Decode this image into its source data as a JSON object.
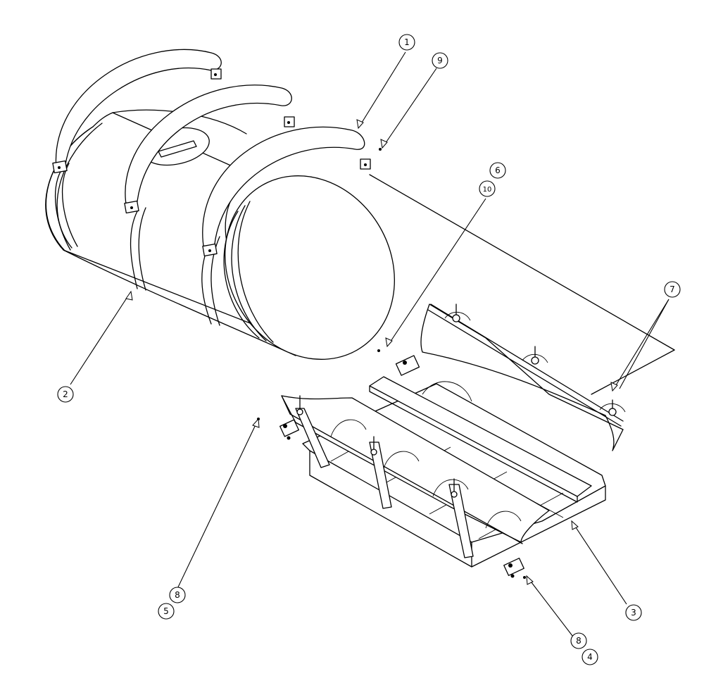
{
  "balloons": [
    {
      "id": "b1",
      "label": "1"
    },
    {
      "id": "b9",
      "label": "9"
    },
    {
      "id": "b6",
      "label": "6"
    },
    {
      "id": "b10",
      "label": "10"
    },
    {
      "id": "b7",
      "label": "7"
    },
    {
      "id": "b2",
      "label": "2"
    },
    {
      "id": "b8a",
      "label": "8"
    },
    {
      "id": "b5",
      "label": "5"
    },
    {
      "id": "b3",
      "label": "3"
    },
    {
      "id": "b8b",
      "label": "8"
    },
    {
      "id": "b4",
      "label": "4"
    }
  ]
}
